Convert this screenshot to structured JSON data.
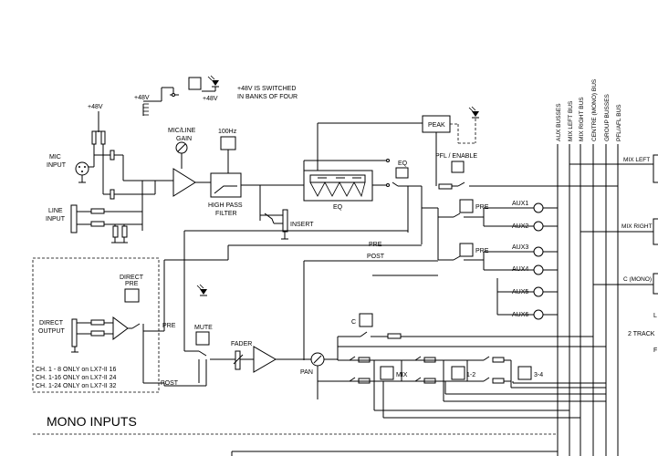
{
  "labels": {
    "phantom_note_1": "+48V IS SWITCHED",
    "phantom_note_2": "IN BANKS OF FOUR",
    "plus48_switch": "+48V",
    "plus48_left": "+48V",
    "plus48_top": "+48V",
    "mic_input_1": "MIC",
    "mic_input_2": "INPUT",
    "line_input_1": "LINE",
    "line_input_2": "INPUT",
    "mic_line_gain_1": "MIC/LINE",
    "mic_line_gain_2": "GAIN",
    "hz100": "100Hz",
    "hpf_1": "HIGH PASS",
    "hpf_2": "FILTER",
    "insert": "INSERT",
    "eq": "EQ",
    "eq_switch": "EQ",
    "peak": "PEAK",
    "pfl_enable": "PFL / ENABLE",
    "pre1": "PRE",
    "pre2": "PRE",
    "aux1": "AUX1",
    "aux2": "AUX2",
    "aux3": "AUX3",
    "aux4": "AUX4",
    "aux5": "AUX5",
    "aux6": "AUX6",
    "pre_bus": "PRE",
    "post_bus": "POST",
    "direct_pre_1": "DIRECT",
    "direct_pre_2": "PRE",
    "direct_output_1": "DIRECT",
    "direct_output_2": "OUTPUT",
    "pre_out": "PRE",
    "post_out": "POST",
    "ch_note_1": "CH. 1 - 8 ONLY on LX7-II 16",
    "ch_note_2": "CH. 1-16 ONLY on LX7-II 24",
    "ch_note_3": "CH. 1-24 ONLY on LX7-II 32",
    "mute": "MUTE",
    "fader": "FADER",
    "pan": "PAN",
    "c_switch": "C",
    "mix_switch": "MIX",
    "sw_12": "1-2",
    "sw_34": "3-4",
    "mix_left": "MIX LEFT",
    "mix_right": "MIX RIGHT",
    "c_mono": "C (MONO)",
    "two_track": "2 TRACK",
    "right_l": "L",
    "right_f": "F",
    "section_title": "MONO INPUTS"
  },
  "buses": [
    "AUX BUSSES",
    "MIX LEFT BUS",
    "MIX RIGHT BUS",
    "CENTRE (MONO) BUS",
    "GROUP BUSSES",
    "PFL/AFL BUS"
  ]
}
